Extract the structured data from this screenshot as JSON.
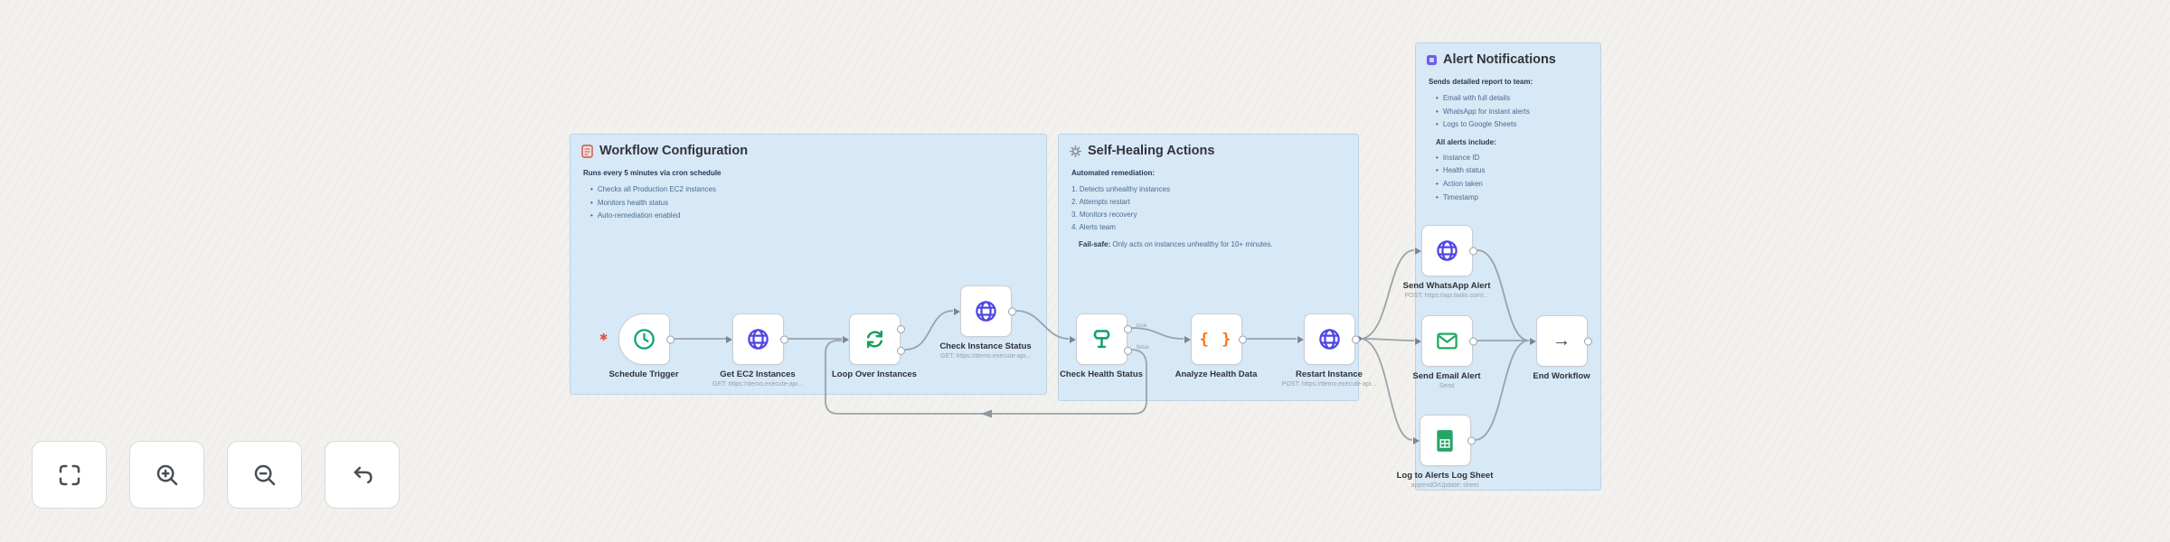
{
  "colors": {
    "sticky_blue": "#d7e8f6",
    "wire": "#9aa3ab",
    "http_indigo": "#4f46e5",
    "green": "#12a06b",
    "code_orange": "#f97316",
    "sheets_green": "#23a566",
    "marker_red": "#e9503e",
    "btn_border": "#d9d9d9"
  },
  "notes": [
    {
      "title": "Workflow Configuration",
      "icon": "clipboard-icon",
      "intro": "Runs every 5 minutes via cron schedule",
      "bullets": [
        "Checks all Production EC2 instances",
        "Monitors health status",
        "Auto-remediation enabled"
      ]
    },
    {
      "title": "Self-Healing Actions",
      "icon": "gear-icon",
      "intro": "Automated remediation:",
      "steps": [
        "1. Detects unhealthy instances",
        "2. Attempts restart",
        "3. Monitors recovery",
        "4. Alerts team"
      ],
      "failsafe_label": "Fail-safe:",
      "failsafe_text": " Only acts on instances unhealthy for 10+ minutes."
    },
    {
      "title": "Alert Notifications",
      "icon": "alert-icon",
      "intro": "Sends detailed report to team:",
      "bullets": [
        "Email with full details",
        "WhatsApp for instant alerts",
        "Logs to Google Sheets"
      ],
      "sub_intro": "All alerts include:",
      "sub_bullets": [
        "Instance ID",
        "Health status",
        "Action taken",
        "Timestamp"
      ]
    }
  ],
  "nodes": [
    {
      "label": "Schedule Trigger",
      "subtitle": ""
    },
    {
      "label": "Get EC2 Instances",
      "subtitle": "GET: https://demo.execute-api..."
    },
    {
      "label": "Loop Over Instances",
      "subtitle": ""
    },
    {
      "label": "Check Instance Status",
      "subtitle": "GET: https://demo.execute-api..."
    },
    {
      "label": "Check Health Status",
      "subtitle": ""
    },
    {
      "label": "Analyze Health Data",
      "subtitle": ""
    },
    {
      "label": "Restart Instance",
      "subtitle": "POST: https://demo.execute-api..."
    },
    {
      "label": "Send WhatsApp Alert",
      "subtitle": "POST: https://api.twilio.com/..."
    },
    {
      "label": "Send Email Alert",
      "subtitle": "Send"
    },
    {
      "label": "Log to Alerts Log Sheet",
      "subtitle": "appendOrUpdate: sheet"
    },
    {
      "label": "End Workflow",
      "subtitle": ""
    }
  ],
  "port_labels": {
    "true_label": "true",
    "false_label": "false"
  },
  "code_glyph": "{ }",
  "end_glyph": "→",
  "trigger_marker_glyph": "✱",
  "controls": [
    {
      "icon": "zoom-to-fit-icon"
    },
    {
      "icon": "zoom-in-icon"
    },
    {
      "icon": "zoom-out-icon"
    },
    {
      "icon": "reset-zoom-icon"
    }
  ]
}
